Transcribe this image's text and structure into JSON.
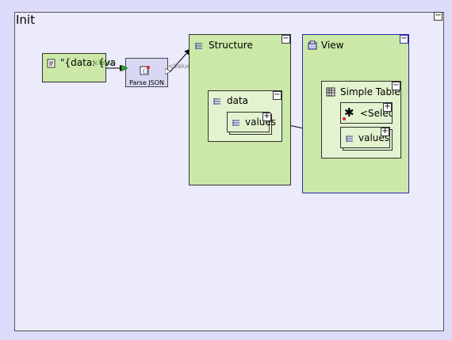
{
  "canvas": {
    "title": "Init"
  },
  "source_node": {
    "text": "\"{data: {va",
    "port_label": "<Text>"
  },
  "parse_node": {
    "label": "Parse JSON",
    "port_out_label": "<Value>"
  },
  "structure": {
    "title": "Structure",
    "data_node": {
      "title": "data",
      "values_label": "values"
    }
  },
  "view": {
    "title": "View",
    "table": {
      "title": "Simple Table",
      "select_label": "<Select",
      "values_label": "values"
    }
  },
  "colors": {
    "canvas_bg": "#ecebfb",
    "green": "#cbe8a8",
    "light_green": "#e3f2cf",
    "view_border": "#2b2ba8"
  }
}
